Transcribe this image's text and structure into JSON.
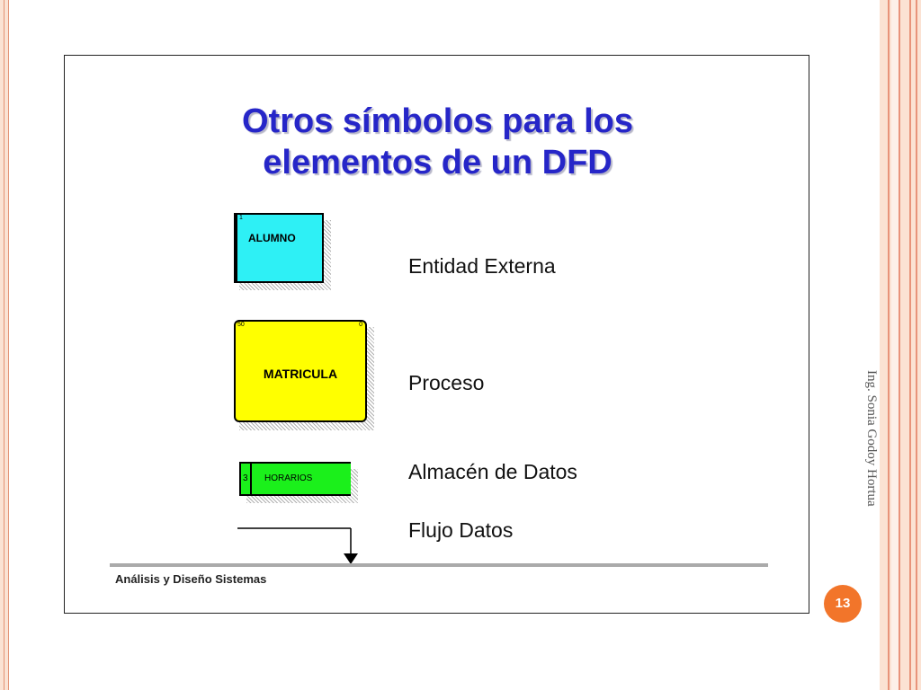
{
  "slide": {
    "title_line1": "Otros símbolos para los",
    "title_line2": "elementos de un DFD",
    "external_entity": {
      "number": "1",
      "name": "ALUMNO",
      "label": "Entidad Externa"
    },
    "process": {
      "number_left": "50",
      "number_right": "0",
      "name": "MATRICULA",
      "label": "Proceso"
    },
    "data_store": {
      "number": "3",
      "name": "HORARIOS",
      "label": "Almacén de Datos"
    },
    "data_flow": {
      "label": "Flujo Datos"
    },
    "footer": "Análisis y Diseño Sistemas"
  },
  "author": "Ing. Sonia Godoy Hortua",
  "page_number": "13",
  "colors": {
    "title": "#2626c8",
    "external_entity_fill": "#2ef0f5",
    "process_fill": "#ffff00",
    "data_store_fill": "#1bf01b",
    "badge": "#f2752a",
    "border_accent": "#e39274"
  }
}
